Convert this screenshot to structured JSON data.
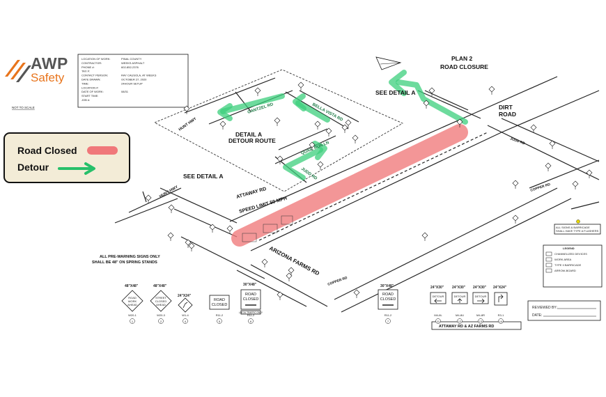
{
  "brand": {
    "name": "AWP",
    "tagline": "Safety",
    "orange": "#e8741c",
    "gray": "#555555"
  },
  "scale_note": "NOT TO SCALE",
  "info_block": {
    "rows": [
      {
        "k": "LOCATION OF WORK:",
        "v": "PINAL COUNTY"
      },
      {
        "k": "CONTRACTOR:",
        "v": "WEEKS ASPHALT"
      },
      {
        "k": "PHONE #:",
        "v": "602-852-2376"
      },
      {
        "k": "TAX #:",
        "v": ""
      },
      {
        "k": "CONTACT PERSON:",
        "v": "RAY CAUSOLA, AT WEEKS"
      },
      {
        "k": "DATE DRAWN:",
        "v": "OCTOBER 27, 2020"
      },
      {
        "k": "TIME:",
        "v": "24HOUR SETUP"
      },
      {
        "k": "LOCATION #:",
        "v": ""
      },
      {
        "k": "DATE OF WORK:",
        "v": "08/31"
      },
      {
        "k": "START TIME:",
        "v": ""
      },
      {
        "k": "JOB #:",
        "v": ""
      }
    ]
  },
  "plan": {
    "title_line1": "PLAN 2",
    "title_line2": "ROAD CLOSURE"
  },
  "legend": {
    "road_closed": "Road Closed",
    "detour": "Detour",
    "road_closed_color": "#f0787a",
    "detour_color": "#27c06a"
  },
  "labels": {
    "see_detail_top": "SEE DETAIL A",
    "see_detail_left": "SEE DETAIL A",
    "dirt_road_1": "DIRT",
    "dirt_road_2": "ROAD",
    "detail_a_1": "DETAIL A",
    "detail_a_2": "DETOUR ROUTE",
    "attaway": "ATTAWAY RD",
    "speed": "SPEED LIMIT 50 MPH",
    "arizona_farms": "ARIZONA FARMS RD",
    "gantzel": "GANTZEL RD",
    "bella_vista": "BELLA VISTA RD",
    "quail_run": "QUAIL RUN LN",
    "judd_detour": "JUDD RD",
    "hunt_hwy_1": "HUNT HWY",
    "hunt_hwy_2": "HUNT HWY",
    "judd_rd": "JUDD RD",
    "copper_1": "COPPER RD",
    "copper_2": "COPPER RD",
    "prewarning_1": "ALL PRE-WARNING SIGNS ONLY",
    "prewarning_2": "SHALL BE 48\" ON SPRING STANDS",
    "intersection": "ATTAWAY RD & AZ FARMS RD"
  },
  "signs": [
    {
      "size": "48\"X48\"",
      "l1": "ROAD",
      "l2": "WORK",
      "l3": "AHEAD",
      "code": "W20-1",
      "num": "1"
    },
    {
      "size": "48\"X48\"",
      "l1": "STREET",
      "l2": "CLOSED",
      "l3": "AHEAD",
      "code": "W20-3",
      "num": "2"
    },
    {
      "size": "24\"X24\"",
      "code": "W1-4",
      "num": "4"
    },
    {
      "size": "",
      "l1": "ROAD",
      "l2": "CLOSED",
      "code": "R11-2",
      "num": "5"
    },
    {
      "size": "30\"X48\"",
      "l1": "ROAD",
      "l2": "CLOSED",
      "code": "R11-2",
      "num": "6"
    },
    {
      "size": "30\"X48\"",
      "l1": "ROAD",
      "l2": "CLOSED",
      "code": "R11-2",
      "num": "7"
    },
    {
      "size": "24\"X30\"",
      "l1": "DETOUR",
      "code": "M4-8L",
      "num": "11"
    },
    {
      "size": "24\"X30\"",
      "l1": "DETOUR",
      "code": "M4-8U",
      "num": "12"
    },
    {
      "size": "24\"X30\"",
      "l1": "DETOUR",
      "code": "M4-8R",
      "num": "13"
    },
    {
      "size": "24\"X24\"",
      "code": "R3-1",
      "num": "14"
    }
  ],
  "sign_size_top": "30\"X48\"",
  "local_traffic": "LOCAL TRAFFIC ONLY",
  "map_legend": {
    "title": "LEGEND",
    "items": [
      "CHANNELIZED DEVICES",
      "WORK AREA",
      "TYPE II BARRICADE",
      "ARROW-BOARD"
    ]
  },
  "lights_note_1": "ALL SIGNS & BARRICADE",
  "lights_note_2": "SHALL HAVE TYPE A FLASHERS",
  "reviewed_by": "REVIEWED BY:",
  "date_label": "DATE:"
}
